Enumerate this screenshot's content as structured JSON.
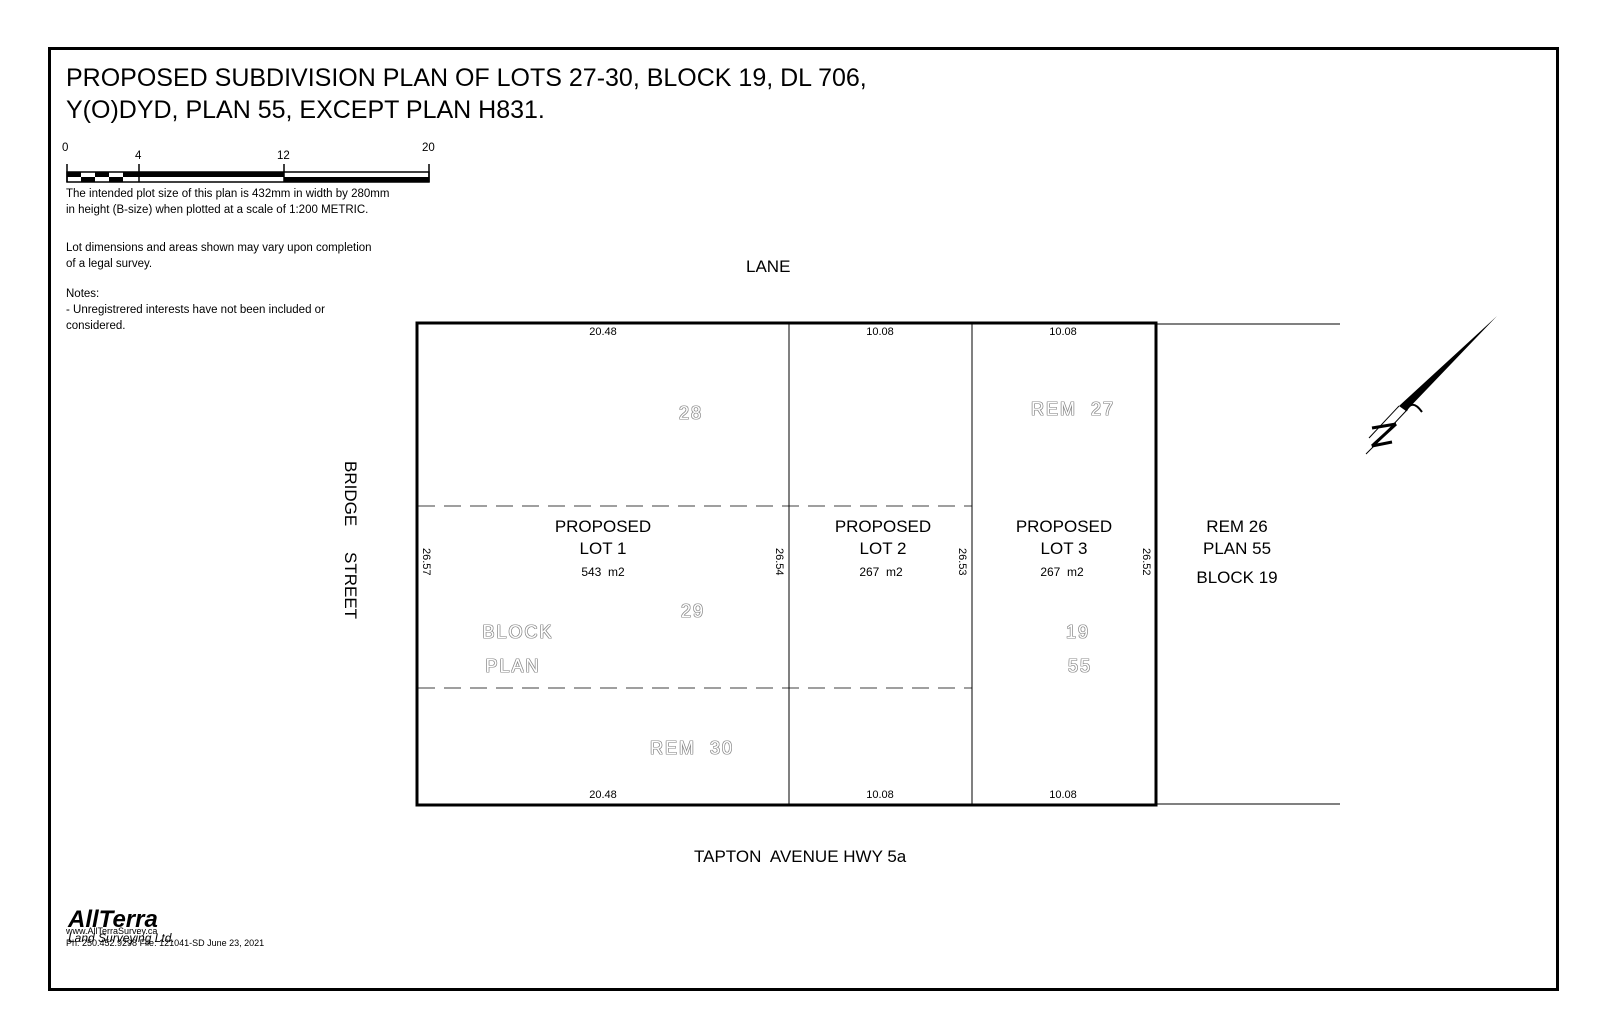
{
  "title": {
    "line1": "PROPOSED SUBDIVISION PLAN OF LOTS 27-30, BLOCK 19, DL 706,",
    "line2": "Y(O)DYD, PLAN 55, EXCEPT PLAN H831."
  },
  "scale_bar": {
    "labels": [
      "0",
      "4",
      "12",
      "20"
    ]
  },
  "notes": {
    "plot_size_1": "The intended plot size of this plan is 432mm in width by 280mm",
    "plot_size_2": "in height (B-size) when plotted at a scale of 1:200 METRIC.",
    "dims_1": "Lot dimensions and areas shown may vary upon completion",
    "dims_2": "of a legal survey.",
    "notes_heading": "Notes:",
    "notes_1": "- Unregistrered interests have not been included or",
    "notes_2": "considered."
  },
  "streets": {
    "lane": "LANE",
    "bridge": "BRIDGE",
    "street": "STREET",
    "tapton": "TAPTON  AVENUE HWY 5a"
  },
  "lots": [
    {
      "line1": "PROPOSED",
      "line2": "LOT 1",
      "area": "543  m2"
    },
    {
      "line1": "PROPOSED",
      "line2": "LOT 2",
      "area": "267  m2"
    },
    {
      "line1": "PROPOSED",
      "line2": "LOT 3",
      "area": "267  m2"
    }
  ],
  "dimensions": {
    "top": [
      "20.48",
      "10.08",
      "10.08"
    ],
    "bottom": [
      "20.48",
      "10.08",
      "10.08"
    ],
    "side": [
      "26.57",
      "26.54",
      "26.53",
      "26.52"
    ]
  },
  "adjacent": {
    "line1": "REM 26",
    "line2": "PLAN 55",
    "line3": "BLOCK 19"
  },
  "existing_labels": {
    "lot28": "28",
    "rem27": "REM  27",
    "lot29": "29",
    "block": "BLOCK",
    "plan": "PLAN",
    "block_num": "19",
    "plan_num": "55",
    "rem30": "REM  30"
  },
  "north_arrow": {
    "letter": "N"
  },
  "footer": {
    "company": "AllTerra",
    "company_sub": "Land Surveying Ltd.",
    "website": "www.AllTerraSurvey.ca",
    "contact": "Ph: 250.452.9298 File: 121041-SD June 23, 2021"
  }
}
